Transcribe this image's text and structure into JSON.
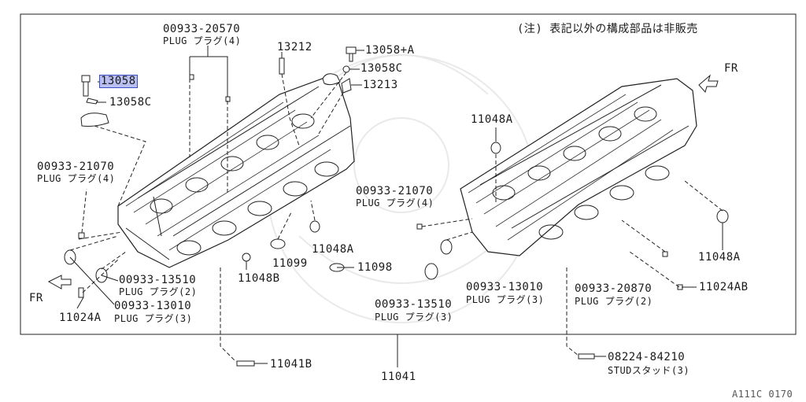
{
  "diagram_id": "A111C 0170",
  "note": "(注) 表記以外の構成部品は非販売",
  "fr_label": "FR",
  "parts": {
    "p13058": "13058",
    "p13058c_a": "13058C",
    "p13058c_b": "13058C",
    "p13058a": "13058+A",
    "p13212": "13212",
    "p13213": "13213",
    "p20570_num": "00933-20570",
    "p20570_desc": "PLUG プラグ(4)",
    "p21070a_num": "00933-21070",
    "p21070a_desc": "PLUG プラグ(4)",
    "p21070b_num": "00933-21070",
    "p21070b_desc": "PLUG プラグ(4)",
    "p11048a_top": "11048A",
    "p11048a_mid": "11048A",
    "p11048a_right": "11048A",
    "p11048b": "11048B",
    "p11099": "11099",
    "p11098": "11098",
    "p13510a_num": "00933-13510",
    "p13510a_desc": "PLUG プラグ(2)",
    "p13010a_num": "00933-13010",
    "p13010a_desc": "PLUG プラグ(3)",
    "p11024a": "11024A",
    "p13010b_num": "00933-13010",
    "p13010b_desc": "PLUG プラグ(3)",
    "p13510b_num": "00933-13510",
    "p13510b_desc": "PLUG プラグ(3)",
    "p20870_num": "00933-20870",
    "p20870_desc": "PLUG プラグ(2)",
    "p11024ab": "11024AB",
    "p11041b": "11041B",
    "p11041": "11041",
    "p84210_num": "08224-84210",
    "p84210_desc": "STUDスタッド(3)"
  }
}
